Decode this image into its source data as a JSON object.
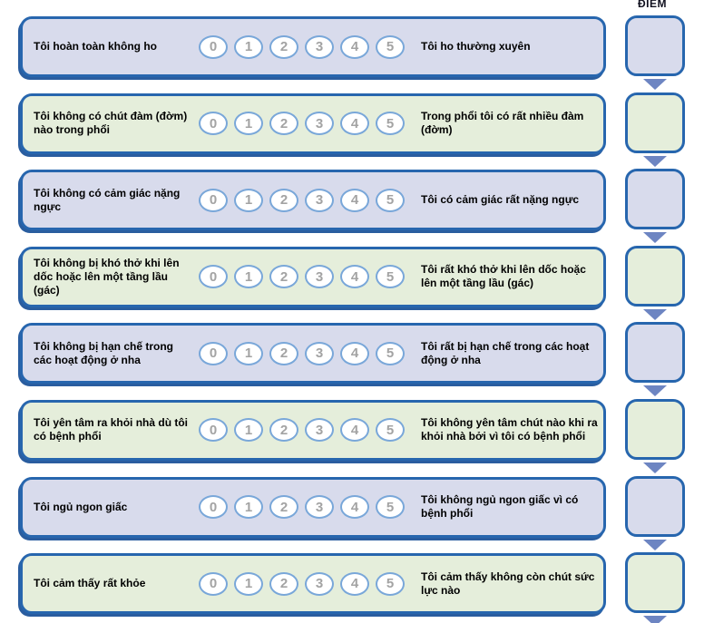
{
  "header": {
    "score_label": "ĐIỂM"
  },
  "scale": [
    "0",
    "1",
    "2",
    "3",
    "4",
    "5"
  ],
  "rows": [
    {
      "left": "Tôi hoàn toàn không ho",
      "right": "Tôi ho thường xuyên",
      "variant": "blue"
    },
    {
      "left": "Tôi không có chút đàm (đờm) nào trong phổi",
      "right": "Trong phổi tôi có rất nhiều đàm (đờm)",
      "variant": "green"
    },
    {
      "left": "Tôi không có cảm giác nặng ngực",
      "right": "Tôi có cảm giác rất nặng ngực",
      "variant": "blue"
    },
    {
      "left": "Tôi không bị khó thở khi lên dốc hoặc lên một tầng lầu (gác)",
      "right": "Tôi rất khó thở khi lên dốc hoặc lên một tầng lầu (gác)",
      "variant": "green"
    },
    {
      "left": "Tôi không bị hạn chế trong các hoạt động ở nha",
      "right": "Tôi rất bị hạn chế trong các hoạt động ở nha",
      "variant": "blue"
    },
    {
      "left": "Tôi yên tâm ra khỏi nhà dù tôi có bệnh phổi",
      "right": "Tôi không yên tâm chút nào khi ra khỏi nhà bởi vì tôi có bệnh phổi",
      "variant": "green"
    },
    {
      "left": "Tôi ngủ ngon giấc",
      "right": "Tôi không ngủ ngon giấc vì có bệnh phổi",
      "variant": "blue"
    },
    {
      "left": "Tôi cảm thấy rất khỏe",
      "right": "Tôi cảm thấy không còn chút sức lực nào",
      "variant": "green"
    }
  ],
  "colors": {
    "row_blue": "#d8dbec",
    "row_green": "#e5eedb",
    "border_blue": "#2766ae",
    "edge_shadow": "#2a5d9f",
    "circle_border": "#79a7d9",
    "circle_number": "#a3a3a3",
    "arrow_blue": "#6d85c2"
  }
}
